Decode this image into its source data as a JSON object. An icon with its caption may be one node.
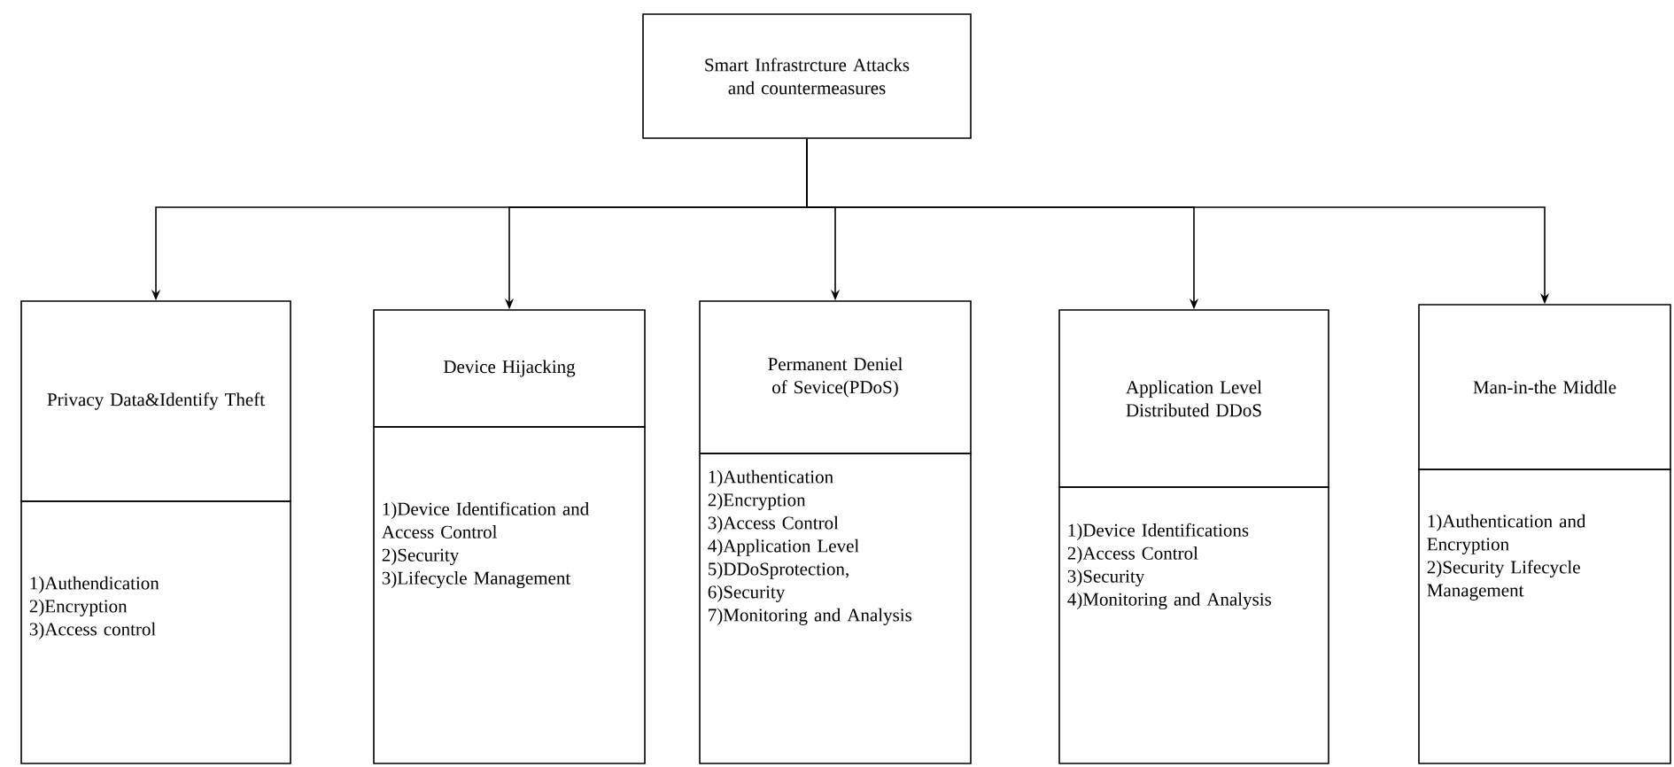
{
  "diagram": {
    "nodes": [
      {
        "text": [
          "Smart Infrastrcture Attacks and countermeasures"
        ]
      },
      {
        "text": [
          "Privacy Data&Identify Theft",
          "1)Authendication",
          "2)Encryption",
          "3)Access control"
        ]
      },
      {
        "text": [
          "Device Hijacking",
          "1)Device Identification and Access Control",
          "2)Security",
          "3)Lifecycle Management"
        ]
      },
      {
        "text": [
          "Permanent Deniel of Sevice(PDoS)",
          "1)Authentication",
          "2)Encryption",
          "3)Access Control",
          "4)Application Level",
          "5)DDoSprotection,",
          "6)Security",
          "7)Monitoring and Analysis"
        ]
      },
      {
        "text": [
          "Application Level Distributed DDoS",
          "1)Device Identifications",
          "2)Access Control",
          "3)Security",
          "4)Monitoring and Analysis"
        ]
      },
      {
        "text": [
          "Man-in-the Middle",
          "1)Authentication and Encryption",
          "2)Security Lifecycle Management"
        ]
      }
    ],
    "edges": [
      {
        "from": 0,
        "to": 1,
        "arrow": "to"
      },
      {
        "from": 0,
        "to": 2,
        "arrow": "to"
      },
      {
        "from": 0,
        "to": 3,
        "arrow": "to"
      },
      {
        "from": 0,
        "to": 4,
        "arrow": "to"
      },
      {
        "from": 0,
        "to": 5,
        "arrow": "to"
      }
    ]
  }
}
